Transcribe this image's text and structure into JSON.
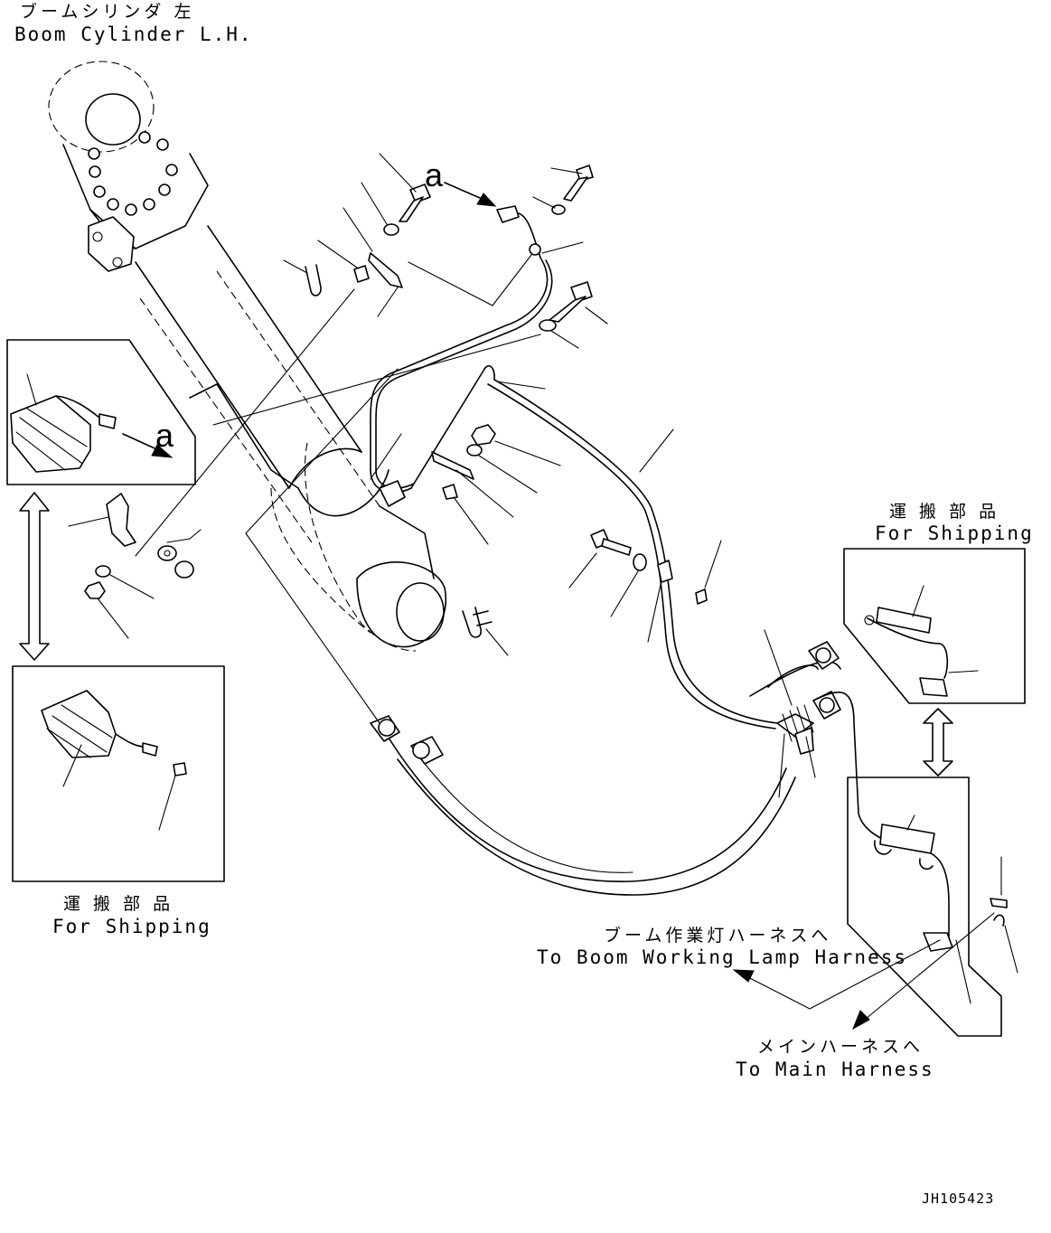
{
  "labels": {
    "boom_cylinder_jp": "ブームシリンダ 左",
    "boom_cylinder_en": "Boom Cylinder L.H.",
    "shipping_left_jp": "運 搬 部 品",
    "shipping_left_en": "For Shipping",
    "shipping_right_jp": "運 搬 部 品",
    "shipping_right_en": "For Shipping",
    "lamp_harness_jp": "ブーム作業灯ハーネスへ",
    "lamp_harness_en": "To Boom Working Lamp Harness",
    "main_harness_jp": "メインハーネスへ",
    "main_harness_en": "To Main Harness",
    "ref_a_top": "a",
    "ref_a_inset": "a",
    "drawing_code": "JH105423"
  }
}
